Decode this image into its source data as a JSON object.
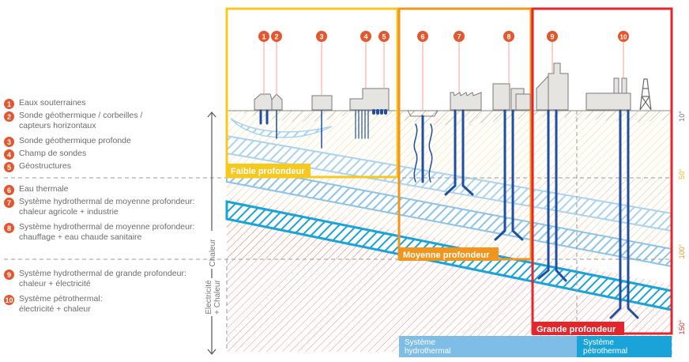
{
  "legend": [
    {
      "num": "1",
      "text": "Eaux souterraines"
    },
    {
      "num": "2",
      "text": "Sonde géothermique / corbeilles / capteurs horizontaux"
    },
    {
      "num": "3",
      "text": "Sonde géothermique profonde"
    },
    {
      "num": "4",
      "text": "Champ de sondes"
    },
    {
      "num": "5",
      "text": "Géostructures"
    },
    {
      "num": "6",
      "text": "Eau thermale"
    },
    {
      "num": "7",
      "text": "Système hydrothermal de moyenne profondeur: chaleur agricole + industrie"
    },
    {
      "num": "8",
      "text": "Système hydrothermal de moyenne profondeur: chauffage + eau chaude sanitaire"
    },
    {
      "num": "9",
      "text": "Système hydrothermal de grande profondeur: chaleur + électricité"
    },
    {
      "num": "10",
      "text": "Système pétrothermal: électricité + chaleur"
    }
  ],
  "axis_labels": {
    "heat": "Chaleur",
    "electricity_line1": "Electricité",
    "electricity_line2": "+ Chaleur"
  },
  "zones": {
    "shallow": "Faible profondeur",
    "medium": "Moyenne profondeur",
    "deep": "Grande profondeur"
  },
  "systems": {
    "hydro_line1": "Système",
    "hydro_line2": "hydrothermal",
    "petro_line1": "Système",
    "petro_line2": "pétrothermal"
  },
  "temperatures": [
    "10°",
    "50°",
    "100°",
    "150°"
  ],
  "markers": [
    "1",
    "2",
    "3",
    "4",
    "5",
    "6",
    "7",
    "8",
    "9",
    "10"
  ],
  "colors": {
    "marker": "#e4572e",
    "shallow": "#f7c81e",
    "medium": "#f0961e",
    "deep": "#e2262b",
    "aquifer_light": "#a9d3ef",
    "aquifer_mid": "#8cc3e8",
    "aquifer_deep": "#1aa3d9",
    "pipe": "#1f4fa0",
    "building": "#e6e4e1",
    "hydro_bar": "#7dbde6",
    "petro_bar": "#1aa3d9"
  }
}
